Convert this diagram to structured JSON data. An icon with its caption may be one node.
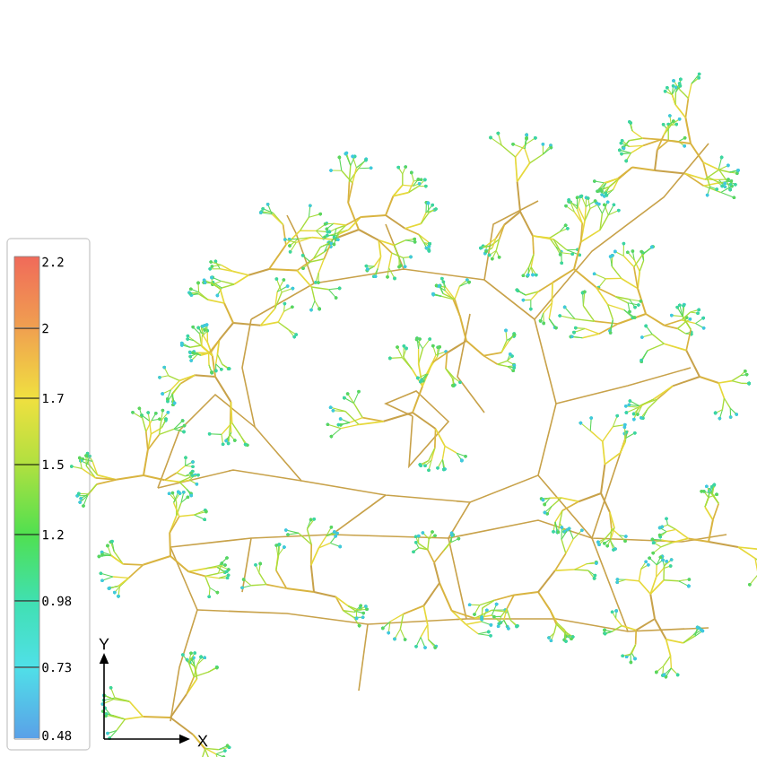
{
  "diagram": {
    "labels": [
      "2.2",
      "2",
      "1.7",
      "1.5",
      "1.2",
      "0.98",
      "0.73",
      "0.48",
      "Y",
      "X"
    ]
  }
}
